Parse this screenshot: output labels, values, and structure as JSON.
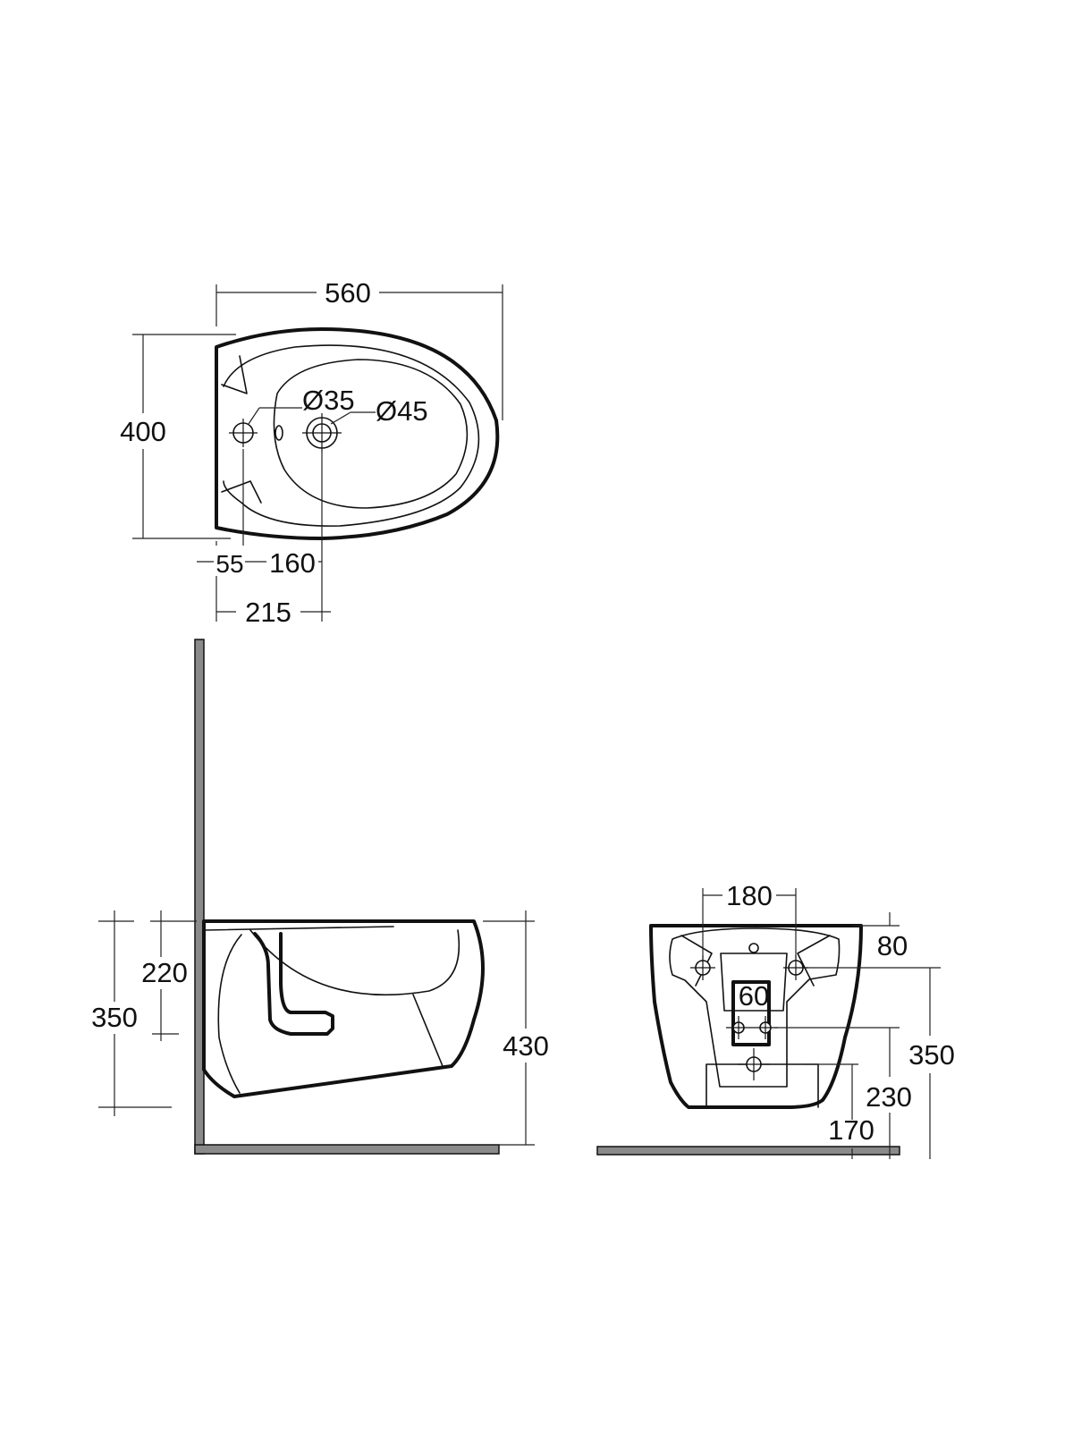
{
  "plan_view": {
    "width": "560",
    "depth": "400",
    "tap_hole": "Ø35",
    "waste_hole": "Ø45",
    "wall_to_tap": "55",
    "tap_to_waste": "160",
    "wall_to_waste": "215"
  },
  "side_view": {
    "rim_to_outlet": "220",
    "rim_to_bottom": "350",
    "rim_height": "430"
  },
  "rear_view": {
    "fixing_centres": "180",
    "fixing_offset": "80",
    "supply_width": "60",
    "fixing_height": "350",
    "supply_height": "230",
    "waste_height": "170"
  }
}
